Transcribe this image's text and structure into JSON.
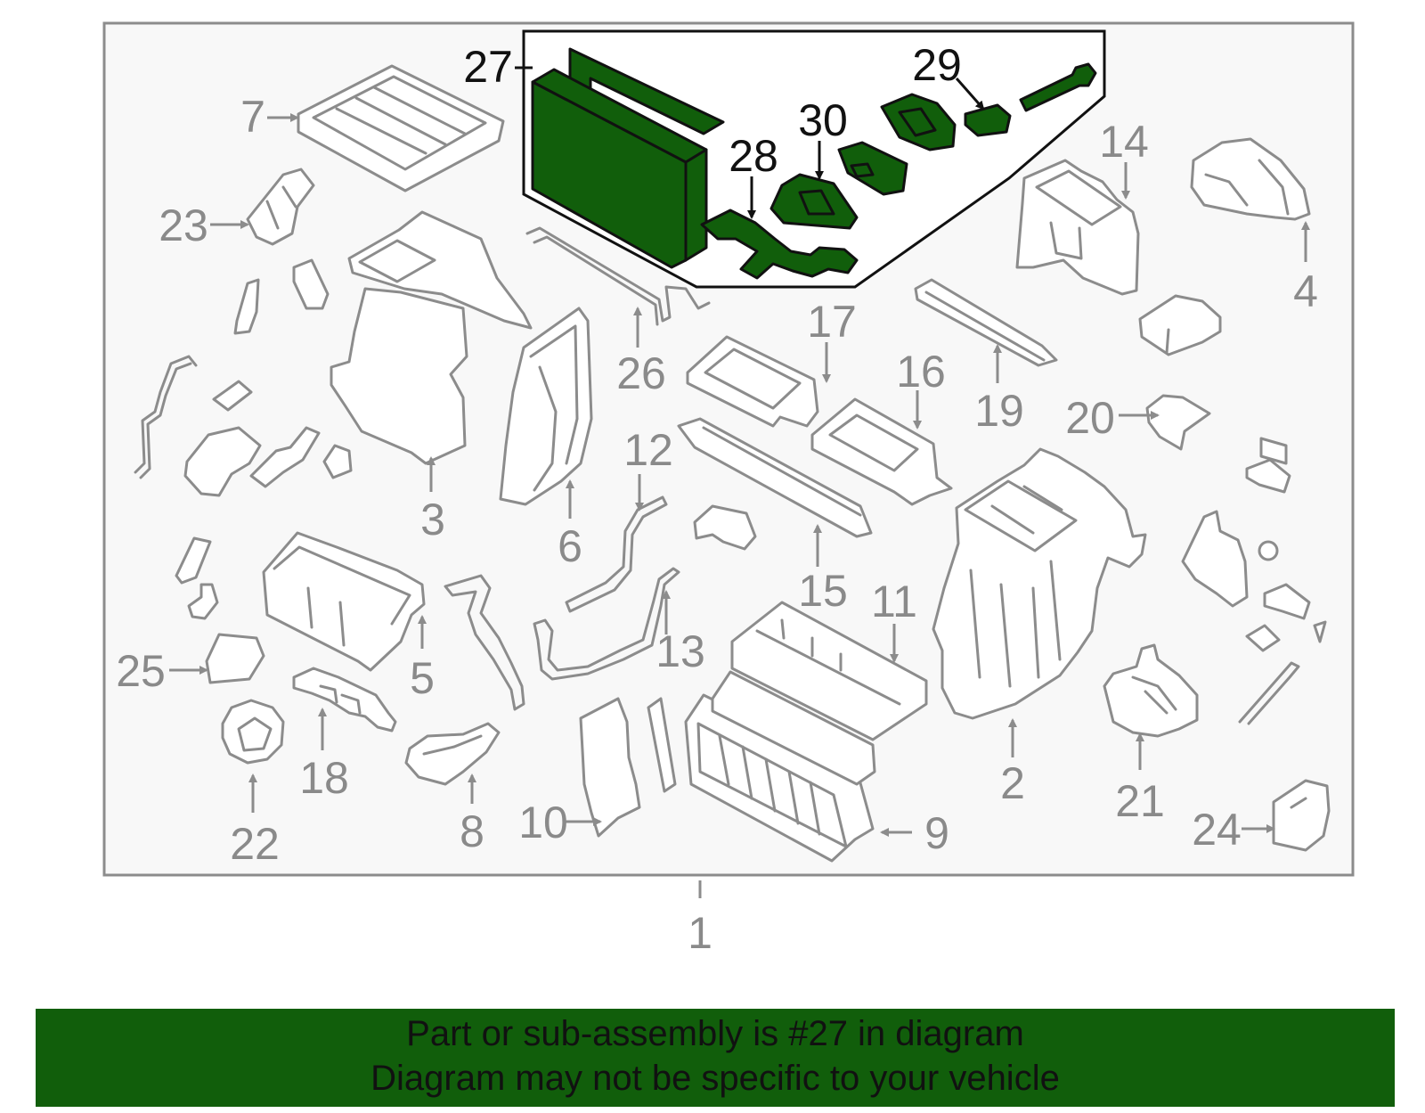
{
  "callouts": [
    {
      "num": "1"
    },
    {
      "num": "2"
    },
    {
      "num": "3"
    },
    {
      "num": "4"
    },
    {
      "num": "5"
    },
    {
      "num": "6"
    },
    {
      "num": "7"
    },
    {
      "num": "8"
    },
    {
      "num": "9"
    },
    {
      "num": "10"
    },
    {
      "num": "11"
    },
    {
      "num": "12"
    },
    {
      "num": "13"
    },
    {
      "num": "14"
    },
    {
      "num": "15"
    },
    {
      "num": "16"
    },
    {
      "num": "17"
    },
    {
      "num": "18"
    },
    {
      "num": "19"
    },
    {
      "num": "20"
    },
    {
      "num": "21"
    },
    {
      "num": "22"
    },
    {
      "num": "23"
    },
    {
      "num": "24"
    },
    {
      "num": "25"
    },
    {
      "num": "26"
    },
    {
      "num": "27"
    },
    {
      "num": "28"
    },
    {
      "num": "29"
    },
    {
      "num": "30"
    }
  ],
  "colors": {
    "highlight": "#115e0b",
    "part_line": "#8c8c8c",
    "frame_bg": "#f8f8f8"
  },
  "banner": {
    "line1": "Part or sub-assembly is #27 in diagram",
    "line2": "Diagram may not be specific to your vehicle"
  }
}
